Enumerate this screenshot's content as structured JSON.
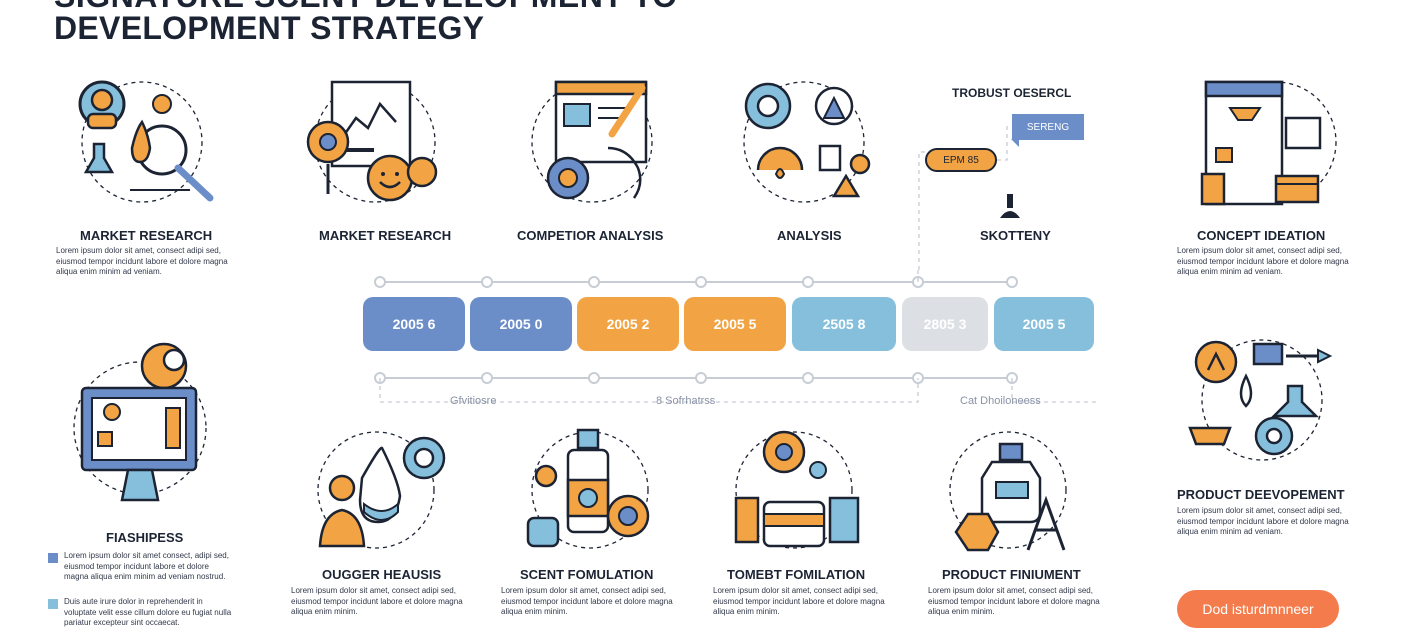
{
  "title": {
    "line1": "SIGNATURE SCENT DEVELOPMENT TO",
    "line2": "DEVELOPMENT STRATEGY"
  },
  "stages_top": [
    {
      "label": "MARKET RESEARCH",
      "desc": "Lorem ipsum dolor sit amet, consect adipi sed, eiusmod tempor incidunt labore et dolore magna aliqua enim minim ad veniam."
    },
    {
      "label": "MARKET RESEARCH"
    },
    {
      "label": "COMPETIOR ANALYSIS"
    },
    {
      "label": "ANALYSIS"
    },
    {
      "label": "SKOTTENY"
    },
    {
      "label": "CONCEPT IDEATION",
      "desc": "Lorem ipsum dolor sit amet, consect adipi sed, eiusmod tempor incidunt labore et dolore magna aliqua enim minim ad veniam."
    }
  ],
  "stages_bottom": [
    {
      "label": "FIASHIPESS"
    },
    {
      "label": "OUGGER HEAUSIS",
      "desc": "Lorem ipsum dolor sit amet, consect adipi sed, eiusmod tempor incidunt labore et dolore magna aliqua enim minim."
    },
    {
      "label": "SCENT FOMULATION",
      "desc": "Lorem ipsum dolor sit amet, consect adipi sed, eiusmod tempor incidunt labore et dolore magna aliqua enim minim."
    },
    {
      "label": "TOMEBT FOMILATION",
      "desc": "Lorem ipsum dolor sit amet, consect adipi sed, eiusmod tempor incidunt labore et dolore magna aliqua enim minim."
    },
    {
      "label": "PRODUCT FINIUMENT",
      "desc": "Lorem ipsum dolor sit amet, consect adipi sed, eiusmod tempor incidunt labore et dolore magna aliqua enim minim."
    },
    {
      "label": "PRODUCT DEEVOPEMENT",
      "desc": "Lorem ipsum dolor sit amet, consect adipi sed, eiusmod tempor incidunt labore et dolore magna aliqua enim minim ad veniam."
    }
  ],
  "timeline": [
    {
      "label": "2005 6",
      "color": "#6b8ec9"
    },
    {
      "label": "2005 0",
      "color": "#6b8ec9"
    },
    {
      "label": "2005 2",
      "color": "#f2a343"
    },
    {
      "label": "2005 5",
      "color": "#f2a343"
    },
    {
      "label": "2505 8",
      "color": "#85bfdc"
    },
    {
      "label": "2805 3",
      "color": "#dcdfe3"
    },
    {
      "label": "2005 5",
      "color": "#85bfdc"
    }
  ],
  "timeline_captions": [
    "Gfvitiosre",
    "8 Sofrhatrss",
    "Cat Dhoiloneess"
  ],
  "annotation": {
    "heading": "TROBUST OESERCL",
    "badge_blue": "SERENG",
    "badge_orange": "EPM 85"
  },
  "legend": [
    {
      "color": "#6b8ec9",
      "text": "Lorem ipsum dolor sit amet consect, adipi sed, eiusmod tempor incidunt labore et dolore magna aliqua enim minim ad veniam nostrud."
    },
    {
      "color": "#85bfdc",
      "text": "Duis aute irure dolor in reprehenderit in voluptate velit esse cillum dolore eu fugiat nulla pariatur excepteur sint occaecat."
    }
  ],
  "cta_label": "Dod isturdmnneer",
  "colors": {
    "blue": "#6b8ec9",
    "orange": "#f2a343",
    "lightblue": "#85bfdc",
    "navy": "#1c2434",
    "cta": "#f47c4c"
  }
}
